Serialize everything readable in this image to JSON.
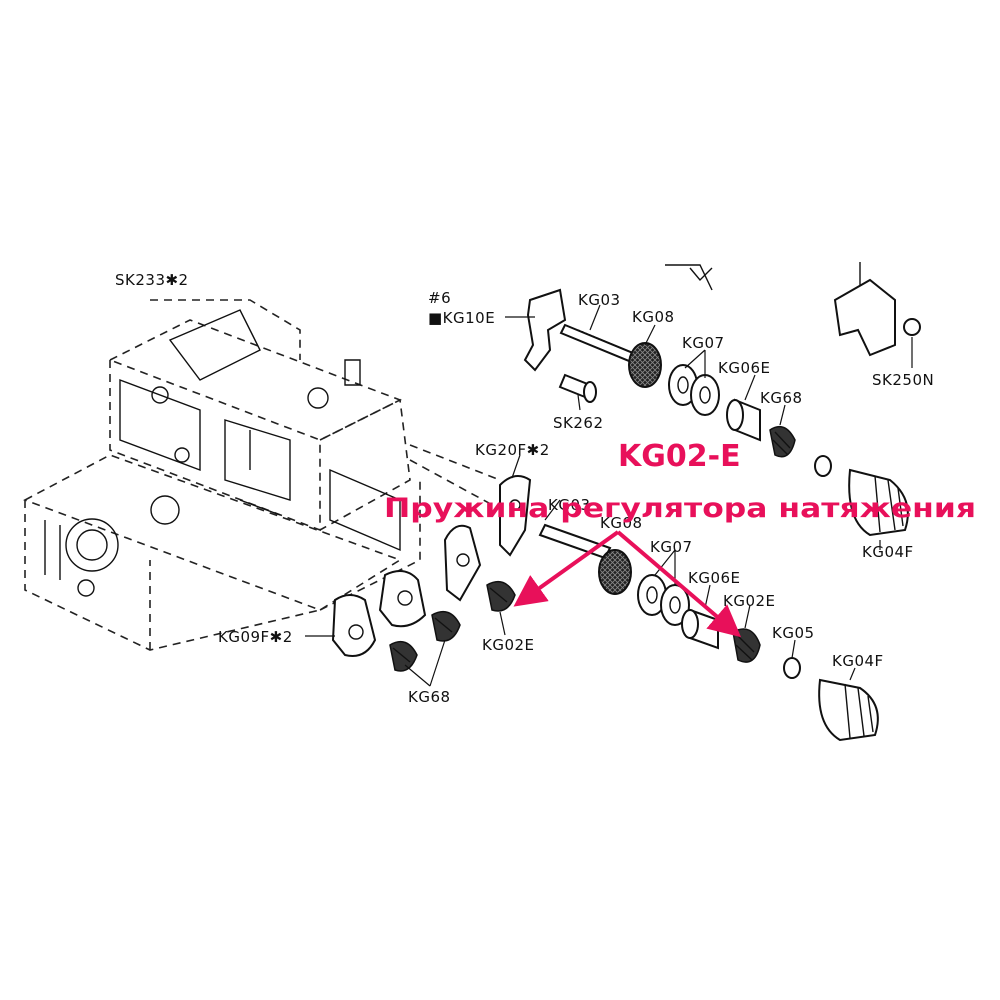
{
  "highlight": {
    "title": "KG02-E",
    "subtitle": "Пружина регулятора натяжения",
    "color": "#e8105a"
  },
  "labels": {
    "sk233": "SK233✱2",
    "hash6": "#6",
    "kg10e": "■KG10E",
    "kg03": "KG03",
    "kg08_top": "KG08",
    "kg07_top": "KG07",
    "kg06e_top": "KG06E",
    "kg68_top": "KG68",
    "sk262": "SK262",
    "sk250n": "SK250N",
    "kg20f": "KG20F✱2",
    "kg03_mid": "KG03",
    "kg08_mid": "KG08",
    "kg07_mid": "KG07",
    "kg06e_mid": "KG06E",
    "kg02e_right": "KG02E",
    "kg05": "KG05",
    "kg04f_top": "KG04F",
    "kg04f_bottom": "KG04F",
    "kg02e_left": "KG02E",
    "kg09f": "KG09F✱2",
    "kg68_bottom": "KG68"
  }
}
